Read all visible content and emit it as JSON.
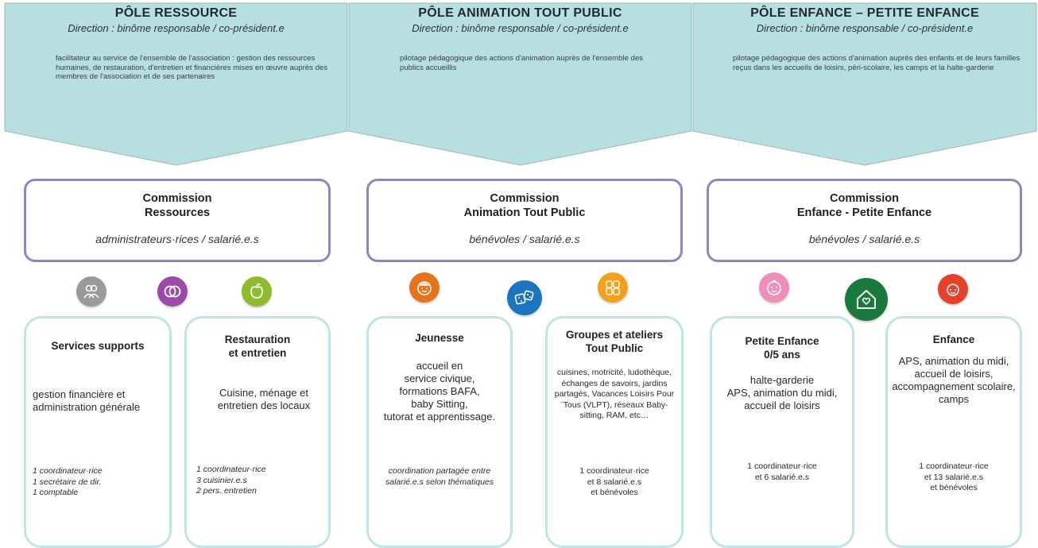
{
  "poles": [
    {
      "title": "PÔLE RESSOURCE",
      "direction": "Direction : binôme responsable / co-président.e",
      "description": "facilitateur au service de l'ensemble de l'association : gestion des ressources humaines, de restauration, d'entretien et financières mises en œuvre auprès des membres de l'association et de ses partenaires"
    },
    {
      "title": "PÔLE ANIMATION TOUT PUBLIC",
      "direction": "Direction : binôme responsable / co-président.e",
      "description": "pilotage pédagogique des actions d'animation auprès de l'ensemble des publics accueillis"
    },
    {
      "title": "PÔLE ENFANCE – PETITE ENFANCE",
      "direction": "Direction : binôme responsable / co-président.e",
      "description": "pilotage pédagogique des actions d'animation auprès des enfants et de leurs familles reçus dans les accueils de loisirs, péri-scolaire, les camps et la halte-garderie"
    }
  ],
  "commissions": [
    {
      "title": "Commission\nRessources",
      "members": "administrateurs·rices / salarié.e.s"
    },
    {
      "title": "Commission\nAnimation Tout Public",
      "members": "bénévoles / salarié.e.s"
    },
    {
      "title": "Commission\nEnfance - Petite Enfance",
      "members": "bénévoles / salarié.e.s"
    }
  ],
  "icons": [
    {
      "name": "people-icon",
      "color": "#9a9a9a"
    },
    {
      "name": "linked-circles-icon",
      "color": "#9b4aa7"
    },
    {
      "name": "apple-icon",
      "color": "#8dbd2c"
    },
    {
      "name": "child-face-icon",
      "color": "#e8731d"
    },
    {
      "name": "dice-icon",
      "color": "#1a74bf"
    },
    {
      "name": "group-icon",
      "color": "#f2a21a"
    },
    {
      "name": "baby-face-icon",
      "color": "#ef8fb9"
    },
    {
      "name": "house-heart-icon",
      "color": "#1a7a3c"
    },
    {
      "name": "kid-face-icon",
      "color": "#e8402a"
    }
  ],
  "services": [
    {
      "title": "Services supports",
      "description": "gestion financière et administration générale",
      "staff": "1 coordinateur·rice\n1 secrétaire de dir.\n1 comptable"
    },
    {
      "title": "Restauration\net entretien",
      "description": "Cuisine, ménage et entretien des locaux",
      "staff": "1 coordinateur·rice\n3 cuisinier.e.s\n2 pers. entretien"
    },
    {
      "title": "Jeunesse",
      "description": "accueil en\nservice civique,\nformations BAFA,\nbaby Sitting,\ntutorat et apprentissage.",
      "staff": "coordination partagée entre salarié.e.s selon thématiques"
    },
    {
      "title": "Groupes et ateliers\nTout Public",
      "description": "cuisines, motricité, ludothèque, échanges de savoirs, jardins partagés, Vacances Loisirs Pour ¨Tous (VLPT), réseaux Baby-sitting, RAM, etc…",
      "staff": "1 coordinateur·rice\net 8 salarié.e.s\net bénévoles"
    },
    {
      "title": "Petite Enfance\n0/5 ans",
      "description": "halte-garderie\nAPS, animation du midi,\naccueil de loisirs",
      "staff": "1 coordinateur·rice\net 6 salarié.e.s"
    },
    {
      "title": "Enfance",
      "description": "APS, animation du midi, accueil de loisirs, accompagnement scolaire, camps",
      "staff": "1 coordinateur·rice\net 13 salarié.e.s\net bénévoles"
    }
  ],
  "colors": {
    "banner_fill": "#b8dfe0",
    "commission_border": "#8c86c3",
    "card_border": "#bfe4e6"
  }
}
